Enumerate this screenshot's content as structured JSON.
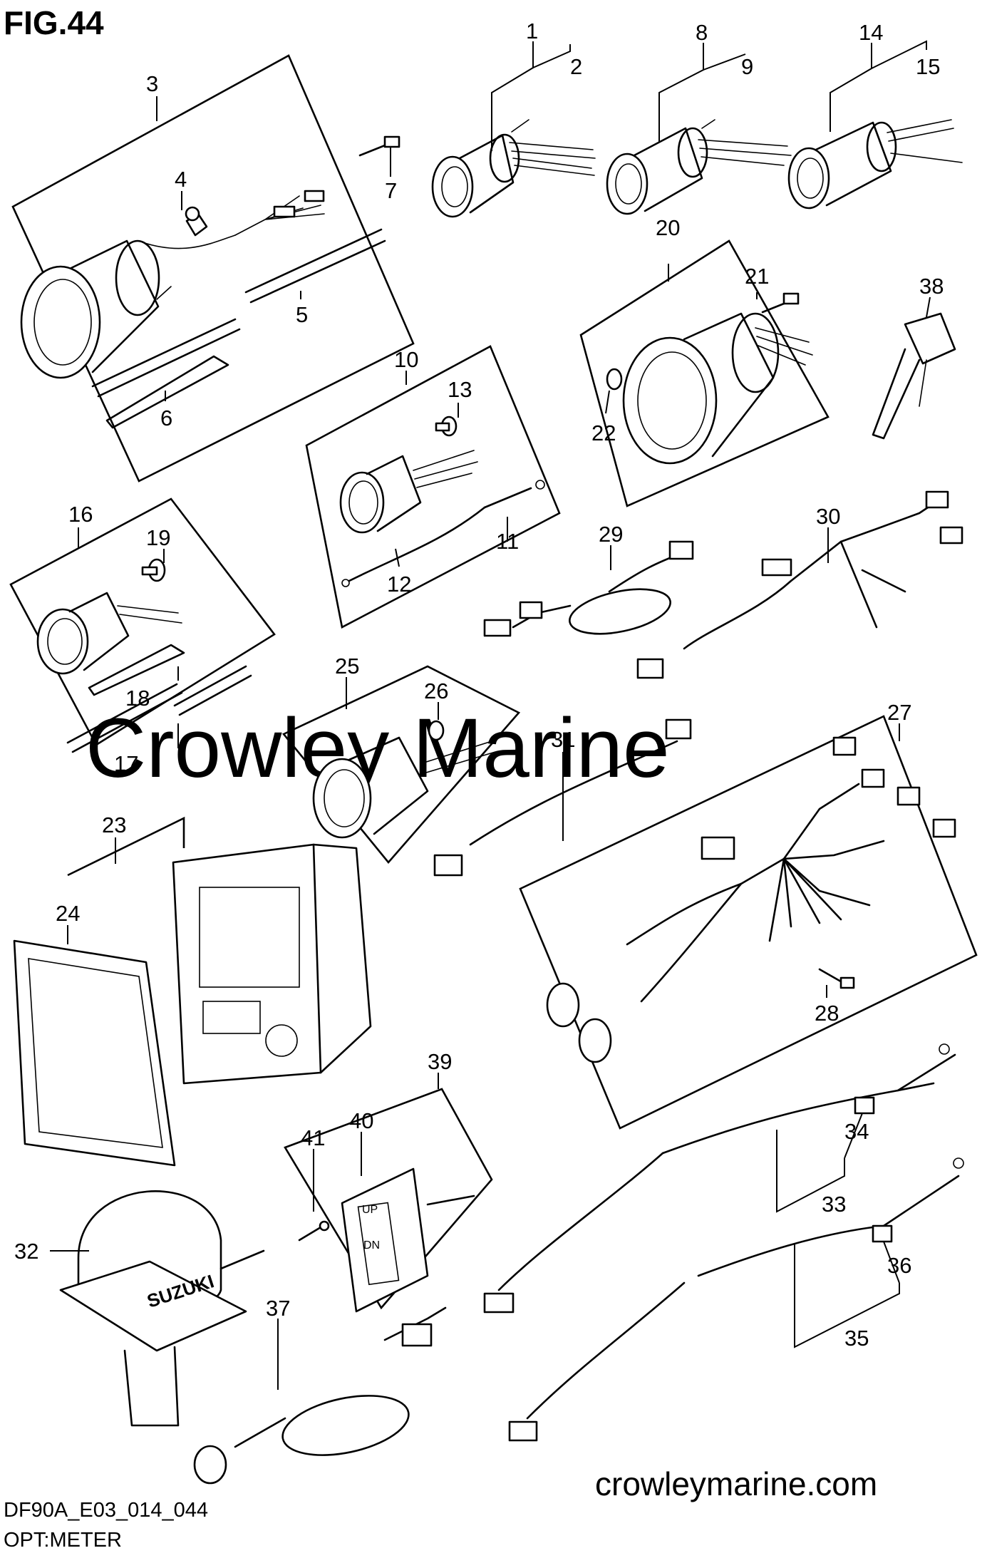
{
  "figure_label": "FIG.44",
  "watermark": "Crowley Marine",
  "footer": {
    "website": "crowleymarine.com",
    "drawing_code": "DF90A_E03_014_044",
    "section_title": "OPT:METER"
  },
  "callouts": [
    "1",
    "2",
    "3",
    "4",
    "5",
    "6",
    "7",
    "8",
    "9",
    "10",
    "11",
    "12",
    "13",
    "14",
    "15",
    "16",
    "17",
    "18",
    "19",
    "20",
    "21",
    "22",
    "23",
    "24",
    "25",
    "26",
    "27",
    "28",
    "29",
    "30",
    "31",
    "32",
    "33",
    "34",
    "35",
    "36",
    "37",
    "38",
    "39",
    "40",
    "41"
  ],
  "part_markings": {
    "switch_up": "UP",
    "switch_down": "DN",
    "antenna_brand": "SUZUKI"
  }
}
